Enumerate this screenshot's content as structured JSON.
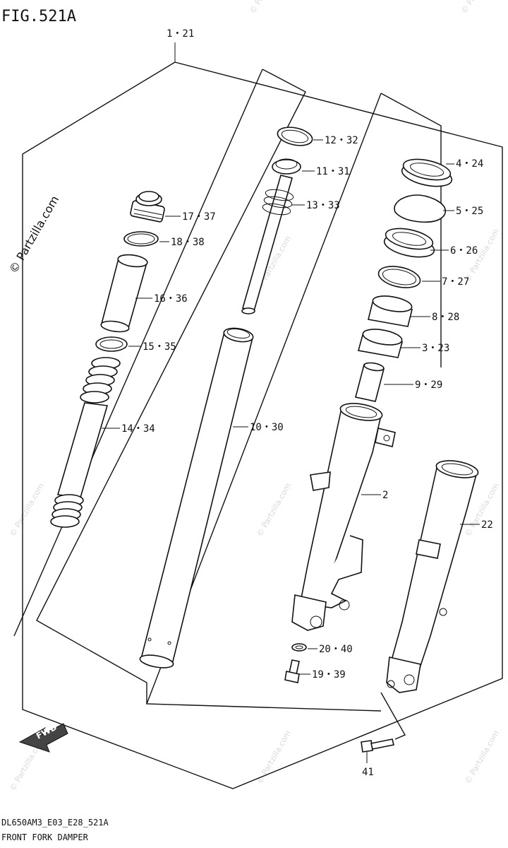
{
  "figure": {
    "id": "FIG.521A",
    "code": "DL650AM3_E03_E28_521A",
    "caption": "FRONT FORK DAMPER"
  },
  "watermark": {
    "main": "© Partzilla.com",
    "repeat": "© Partzilla.com"
  },
  "callouts": {
    "c1": "1・21",
    "c2": "2",
    "c3": "3・23",
    "c4": "4・24",
    "c5": "5・25",
    "c6": "6・26",
    "c7": "7・27",
    "c8": "8・28",
    "c9": "9・29",
    "c10": "10・30",
    "c11": "11・31",
    "c12": "12・32",
    "c13": "13・33",
    "c14": "14・34",
    "c15": "15・35",
    "c16": "16・36",
    "c17": "17・37",
    "c18": "18・38",
    "c19": "19・39",
    "c20": "20・40",
    "c22": "22",
    "c41": "41"
  },
  "direction_label": "FWD"
}
